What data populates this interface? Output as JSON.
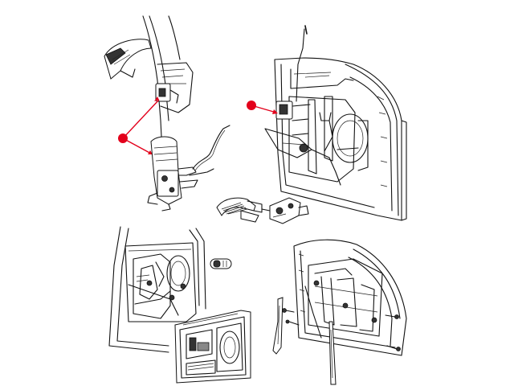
{
  "diagram": {
    "callout_color": "#e3001b",
    "line_color": "#111111",
    "background": "#ffffff",
    "views": [
      {
        "name": "latch-mirror-view",
        "icon": "door-latch-mirror-icon"
      },
      {
        "name": "latch-detail-view",
        "icon": "door-latch-detail-icon"
      },
      {
        "name": "front-door-inner-view",
        "icon": "front-door-inner-icon"
      },
      {
        "name": "handle-parts-view",
        "icon": "interior-handle-icon"
      },
      {
        "name": "rear-door-inner-view",
        "icon": "rear-door-inner-icon"
      },
      {
        "name": "trim-panel-view",
        "icon": "door-trim-panel-icon"
      },
      {
        "name": "front-door-frame-view",
        "icon": "front-door-frame-icon"
      }
    ],
    "callouts": [
      {
        "name": "callout-latch",
        "targets": 2
      },
      {
        "name": "callout-front-latch",
        "targets": 1
      }
    ]
  }
}
